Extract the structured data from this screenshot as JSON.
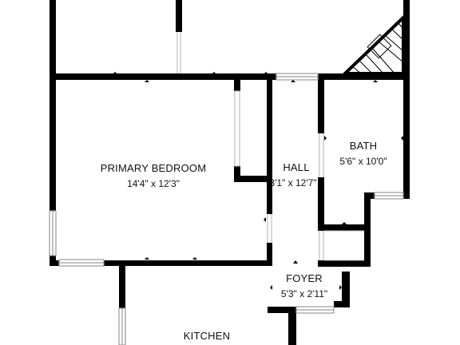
{
  "plan": {
    "wall_color": "#000000",
    "window_color": "#9a9a9a",
    "background": "#ffffff"
  },
  "rooms": {
    "primary_bedroom": {
      "name": "PRIMARY BEDROOM",
      "dims": "14'4\" x 12'3\""
    },
    "hall": {
      "name": "HALL",
      "dims": "3'1\" x 12'7\""
    },
    "bath": {
      "name": "BATH",
      "dims": "5'6\" x 10'0\""
    },
    "foyer": {
      "name": "FOYER",
      "dims": "5'3\" x 2'11\""
    },
    "kitchen": {
      "name": "KITCHEN"
    }
  }
}
